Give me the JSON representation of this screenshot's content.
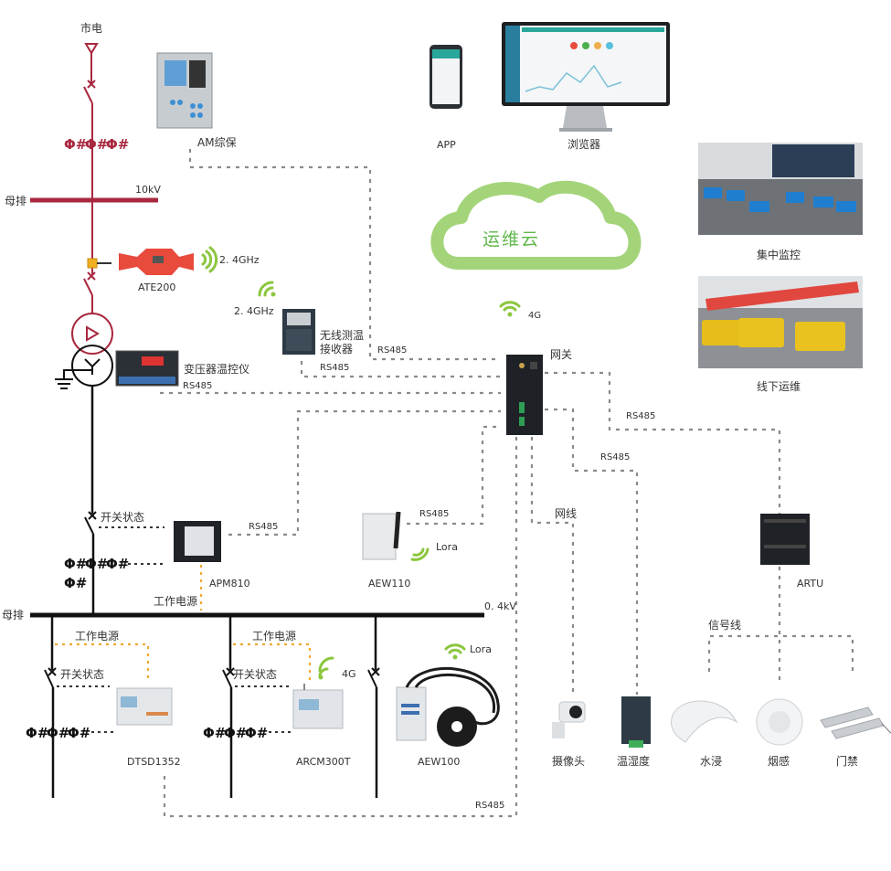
{
  "diagram": {
    "title": "运维云系统拓扑",
    "colors": {
      "mv_line": "#a8283f",
      "lv_line": "#111111",
      "comm_dash": "#8a8a8a",
      "power_dash": "#f0a830",
      "wireless": "#8cc63f",
      "cloud": "#a3d47a",
      "cloud_text": "#5fb84a"
    },
    "mv_side": {
      "source_label": "市电",
      "busbar_label": "母排",
      "voltage_label": "10kV",
      "ct_glyph": "Φ#",
      "transformer_label": "变压器温控仪",
      "transformer_link": "RS485"
    },
    "lv_side": {
      "busbar_label": "母排",
      "voltage_label": "0. 4kV",
      "switch_status": "开关状态",
      "work_power": "工作电源"
    },
    "devices": {
      "am": "AM综保",
      "ate200": "ATE200",
      "ate200_wireless": "2. 4GHz",
      "receiver_wireless": "2. 4GHz",
      "receiver_line1": "无线测温",
      "receiver_line2": "接收器",
      "receiver_link_up": "RS485",
      "receiver_link": "RS485",
      "apm810": "APM810",
      "apm810_link": "RS485",
      "aew110": "AEW110",
      "aew110_link": "RS485",
      "aew110_wireless": "Lora",
      "dtsd1352": "DTSD1352",
      "arcm300t": "ARCM300T",
      "arcm300t_wireless": "4G",
      "aew100": "AEW100",
      "aew100_wireless": "Lora",
      "bottom_link": "RS485",
      "gateway": "网关",
      "gateway_wireless": "4G",
      "artu": "ARTU",
      "artu_link": "RS485",
      "env_link": "RS485",
      "net_cable": "网线",
      "signal_line": "信号线"
    },
    "cloud": {
      "label": "运维云"
    },
    "clients": {
      "app": "APP",
      "browser": "浏览器",
      "monitor_center": "集中监控",
      "offline_ops": "线下运维"
    },
    "sensors": [
      {
        "label": "摄像头",
        "icon": "camera-icon"
      },
      {
        "label": "温湿度",
        "icon": "thermo-hygro-icon"
      },
      {
        "label": "水浸",
        "icon": "water-leak-icon"
      },
      {
        "label": "烟感",
        "icon": "smoke-detector-icon"
      },
      {
        "label": "门禁",
        "icon": "door-sensor-icon"
      }
    ]
  }
}
